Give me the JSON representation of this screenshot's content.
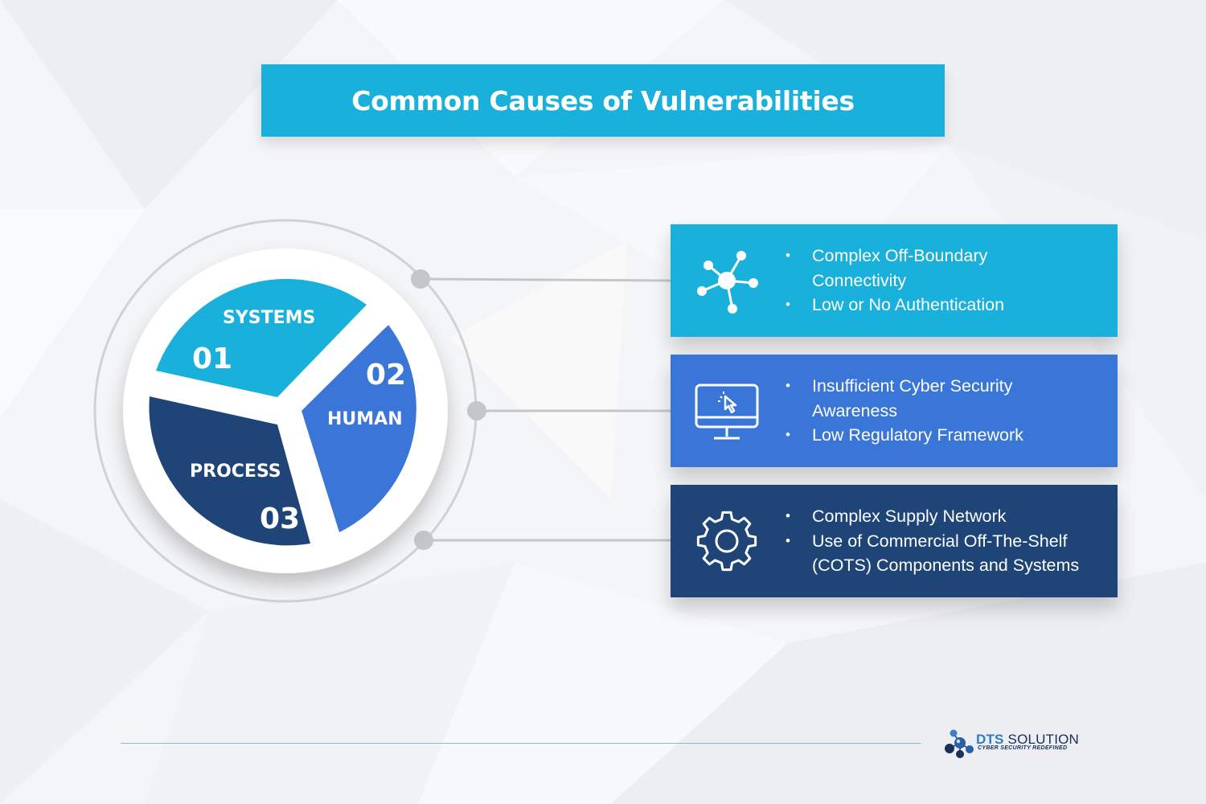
{
  "title": "Common Causes of Vulnerabilities",
  "colors": {
    "cyan": "#19b0dc",
    "royal_blue": "#3a76d8",
    "navy": "#1e4478",
    "connector_gray": "#c4c6c9"
  },
  "segments": [
    {
      "label": "SYSTEMS",
      "number": "01",
      "color": "#19b0dc"
    },
    {
      "label": "HUMAN",
      "number": "02",
      "color": "#3a76d8"
    },
    {
      "label": "PROCESS",
      "number": "03",
      "color": "#1e4478"
    }
  ],
  "cards": [
    {
      "icon": "network-nodes-icon",
      "color": "#19b0dc",
      "items": [
        "Complex Off-Boundary",
        "Connectivity",
        "Low or No Authentication"
      ]
    },
    {
      "icon": "monitor-cursor-icon",
      "color": "#3a76d8",
      "items": [
        "Insufficient Cyber Security",
        "Awareness",
        "Low Regulatory Framework"
      ]
    },
    {
      "icon": "gear-icon",
      "color": "#1e4478",
      "items": [
        "Complex Supply Network",
        "Use of Commercial Off-The-Shelf",
        "(COTS) Components and Systems"
      ]
    }
  ],
  "logo": {
    "name_accent": "DTS",
    "name_rest": " SOLUTION",
    "tagline": "CYBER SECURITY REDEFINED"
  }
}
